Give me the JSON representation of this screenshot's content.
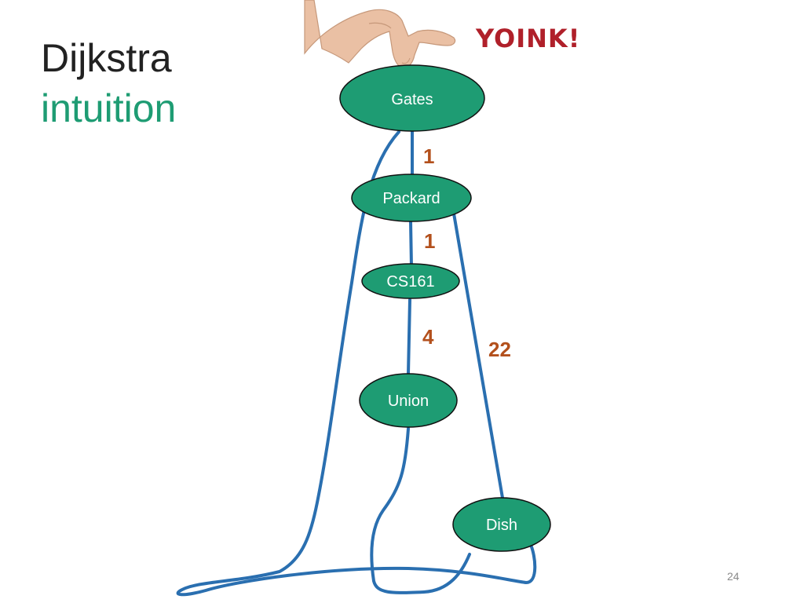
{
  "slide": {
    "title": "Dijkstra",
    "subtitle": "intuition",
    "exclamation": "YOINK!",
    "page_number": "24"
  },
  "graph": {
    "nodes": [
      {
        "id": "gates",
        "label": "Gates"
      },
      {
        "id": "packard",
        "label": "Packard"
      },
      {
        "id": "cs161",
        "label": "CS161"
      },
      {
        "id": "union",
        "label": "Union"
      },
      {
        "id": "dish",
        "label": "Dish"
      }
    ],
    "edges": [
      {
        "from": "gates",
        "to": "packard",
        "weight": "1"
      },
      {
        "from": "packard",
        "to": "cs161",
        "weight": "1"
      },
      {
        "from": "cs161",
        "to": "union",
        "weight": "4"
      },
      {
        "from": "packard",
        "to": "dish",
        "weight": "22"
      }
    ]
  },
  "colors": {
    "node_fill": "#1e9c73",
    "node_stroke": "#111111",
    "node_text": "#ffffff",
    "edge": "#2a6fb0",
    "weight_text": "#b3501c",
    "subtitle_text": "#1e9c73",
    "exclamation_text": "#b0202a"
  },
  "icons": {
    "hand": "hand-pinching-icon"
  }
}
